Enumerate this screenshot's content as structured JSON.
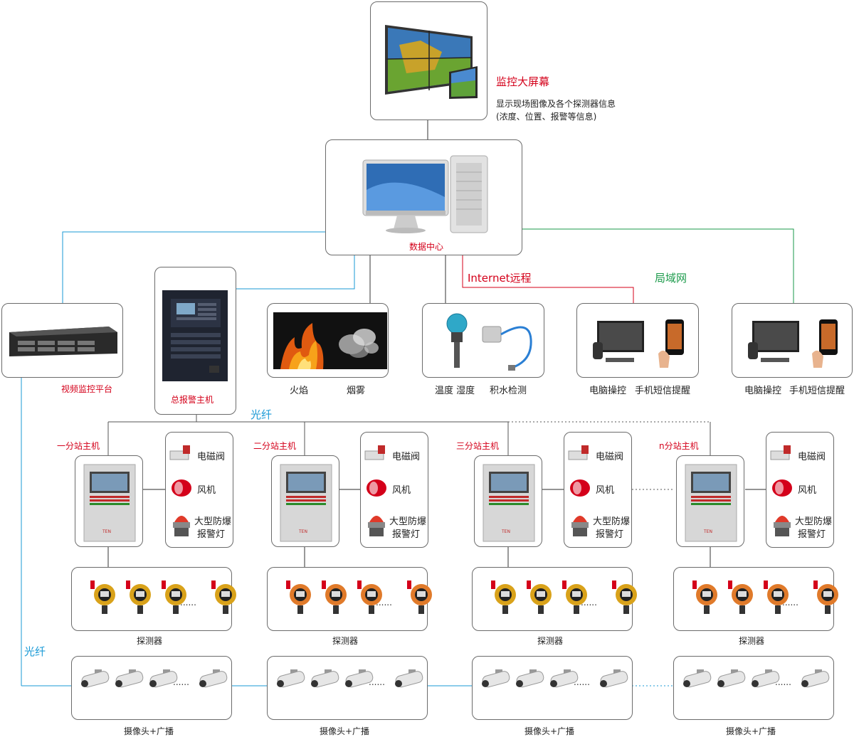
{
  "top": {
    "title": "监控大屏幕",
    "desc_line1": "显示现场图像及各个探测器信息",
    "desc_line2": "(浓度、位置、报警等信息)"
  },
  "data_center": "数据中心",
  "links": {
    "internet": "Internet远程",
    "lan": "局域网",
    "fiber_top": "光纤",
    "fiber_left": "光纤"
  },
  "row2": {
    "video_platform": "视频监控平台",
    "alarm_host": "总报警主机",
    "fire": "火焰",
    "smoke": "烟雾",
    "temp": "温度 湿度",
    "water": "积水检测",
    "pc_ctrl_1": "电脑操控",
    "sms_1": "手机短信提醒",
    "pc_ctrl_2": "电脑操控",
    "sms_2": "手机短信提醒"
  },
  "stations": [
    {
      "name": "一分站主机",
      "valve": "电磁阀",
      "fan": "风机",
      "lamp1": "大型防爆",
      "lamp2": "报警灯",
      "detector": "探测器",
      "camera": "摄像头+广播"
    },
    {
      "name": "二分站主机",
      "valve": "电磁阀",
      "fan": "风机",
      "lamp1": "大型防爆",
      "lamp2": "报警灯",
      "detector": "探测器",
      "camera": "摄像头+广播"
    },
    {
      "name": "三分站主机",
      "valve": "电磁阀",
      "fan": "风机",
      "lamp1": "大型防爆",
      "lamp2": "报警灯",
      "detector": "探测器",
      "camera": "摄像头+广播"
    },
    {
      "name": "n分站主机",
      "valve": "电磁阀",
      "fan": "风机",
      "lamp1": "大型防爆",
      "lamp2": "报警灯",
      "detector": "探测器",
      "camera": "摄像头+广播"
    }
  ],
  "panel_brand": "TEN",
  "colors": {
    "fiber": "#1a9ad6",
    "internet": "#d4001a",
    "lan": "#1a9a4a",
    "wire": "#555555",
    "detector_orange": "#e07a2a",
    "detector_gold": "#d9a21a"
  }
}
